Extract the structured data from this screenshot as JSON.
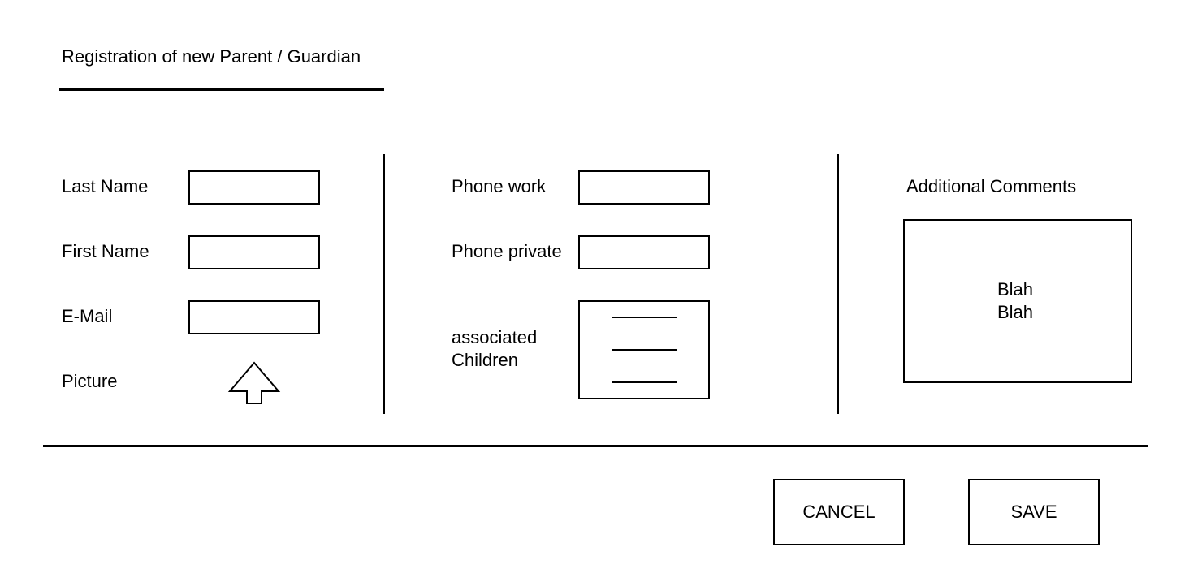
{
  "form": {
    "title": "Registration of new Parent / Guardian"
  },
  "personal": {
    "last_name_label": "Last Name",
    "last_name_value": "",
    "first_name_label": "First Name",
    "first_name_value": "",
    "email_label": "E-Mail",
    "email_value": "",
    "picture_label": "Picture",
    "upload_icon": "upload-arrow-icon"
  },
  "contact": {
    "phone_work_label": "Phone work",
    "phone_work_value": "",
    "phone_private_label": "Phone private",
    "phone_private_value": "",
    "children_label": "associated\nChildren",
    "children_items": [
      "",
      "",
      ""
    ]
  },
  "comments": {
    "label": "Additional Comments",
    "text": "Blah\nBlah"
  },
  "actions": {
    "cancel_label": "CANCEL",
    "save_label": "SAVE"
  }
}
